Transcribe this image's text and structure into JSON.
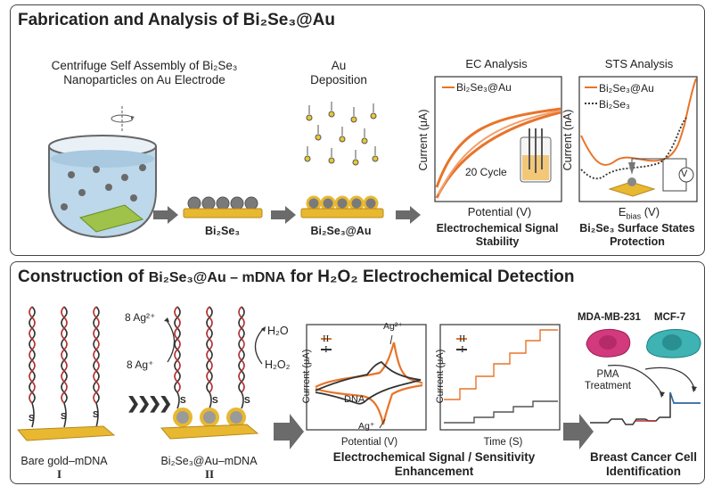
{
  "panel1": {
    "title": "Fabrication and Analysis of Bi₂Se₃@Au",
    "step1_label": "Centrifuge Self Assembly of Bi₂Se₃ Nanoparticles on Au Electrode",
    "step2_title": "Au\nDeposition",
    "substrate1_label": "Bi₂Se₃",
    "substrate2_label": "Bi₂Se₃@Au",
    "ec": {
      "title": "EC Analysis",
      "legend": "Bi₂Se₃@Au",
      "annotation": "20 Cycle",
      "xlabel": "Potential (V)",
      "ylabel": "Current (μA)",
      "caption": "Electrochemical Signal\nStability"
    },
    "sts": {
      "title": "STS Analysis",
      "legend1": "Bi₂Se₃@Au",
      "legend2": "Bi₂Se₃",
      "xlabel": "E",
      "xlabel_sub": "bias",
      "xlabel_unit": " (V)",
      "ylabel": "Current (nA)",
      "meter": "V",
      "caption": "Bi₂Se₃ Surface States\nProtection"
    }
  },
  "panel2": {
    "title_a": "Construction of ",
    "title_b": "Bi₂Se₃@Au – mDNA",
    "title_c": " for H₂O₂ Electrochemical Detection",
    "ag_top": "8 Ag²⁺",
    "ag_bottom": "8 Ag⁺",
    "h2o": "H₂O",
    "h2o2": "H₂O₂",
    "s_mark": "S",
    "electrode1_label": "Bare gold–mDNA",
    "electrode1_roman": "I",
    "electrode2_label": "Bi₂Se₃@Au–mDNA",
    "electrode2_roman": "II",
    "cv": {
      "legend_ii": "II",
      "legend_i": "I",
      "ag2_label": "Ag²⁺",
      "ag_label": "Ag⁺",
      "dna_label": "DNA",
      "xlabel": "Potential (V)",
      "ylabel": "Current (μA)"
    },
    "amp": {
      "legend_ii": "II",
      "legend_i": "I",
      "xlabel": "Time (S)",
      "ylabel": "Current (μA)"
    },
    "middle_caption": "Electrochemical Signal / Sensitivity\nEnhancement",
    "cell1": "MDA-MB-231",
    "cell2": "MCF-7",
    "pma": "PMA\nTreatment",
    "right_caption": "Breast Cancer Cell\nIdentification"
  },
  "colors": {
    "orange": "#e8742a",
    "gold": "#e8b830",
    "dark": "#333333",
    "dna_red": "#b03030",
    "cell_pink": "#d23a7d",
    "cell_teal": "#3fb2b3",
    "arrow_gray": "#6b6b6b"
  }
}
